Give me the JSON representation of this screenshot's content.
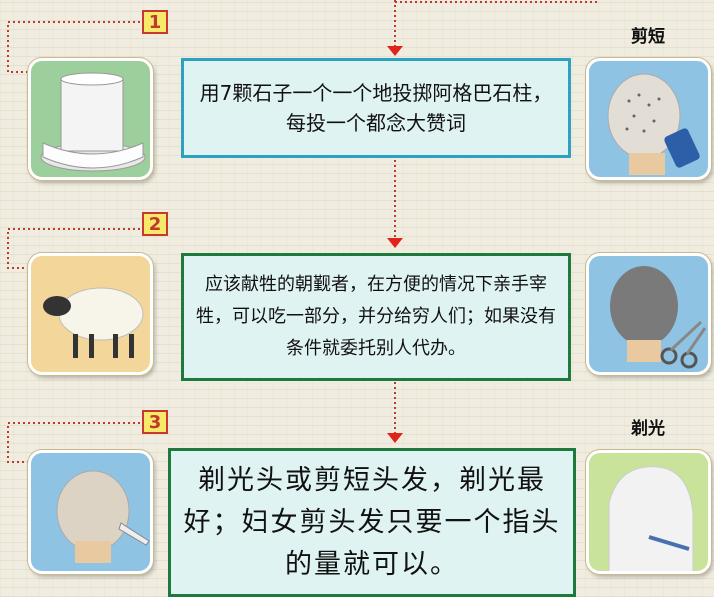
{
  "steps": [
    {
      "number": "1",
      "text": "用7颗石子一个一个地投掷阿格巴石柱，每投一个都念大赞词"
    },
    {
      "number": "2",
      "text": "应该献牲的朝觐者，在方便的情况下亲手宰牲，可以吃一部分，并分给穷人们；如果没有条件就委托别人代办。"
    },
    {
      "number": "3",
      "text": "剃光头或剪短头发，剃光最好；妇女剪头发只要一个指头的量就可以。"
    }
  ],
  "labels": {
    "short_cut": "剪短",
    "shave": "剃光"
  },
  "colors": {
    "arrow": "#e2231a",
    "dotted": "#c0392b",
    "border_step1": "#2ea0c0",
    "border_step2": "#1e7a3c",
    "border_step3": "#1e7a3c",
    "box_fill": "#dff4f2"
  }
}
